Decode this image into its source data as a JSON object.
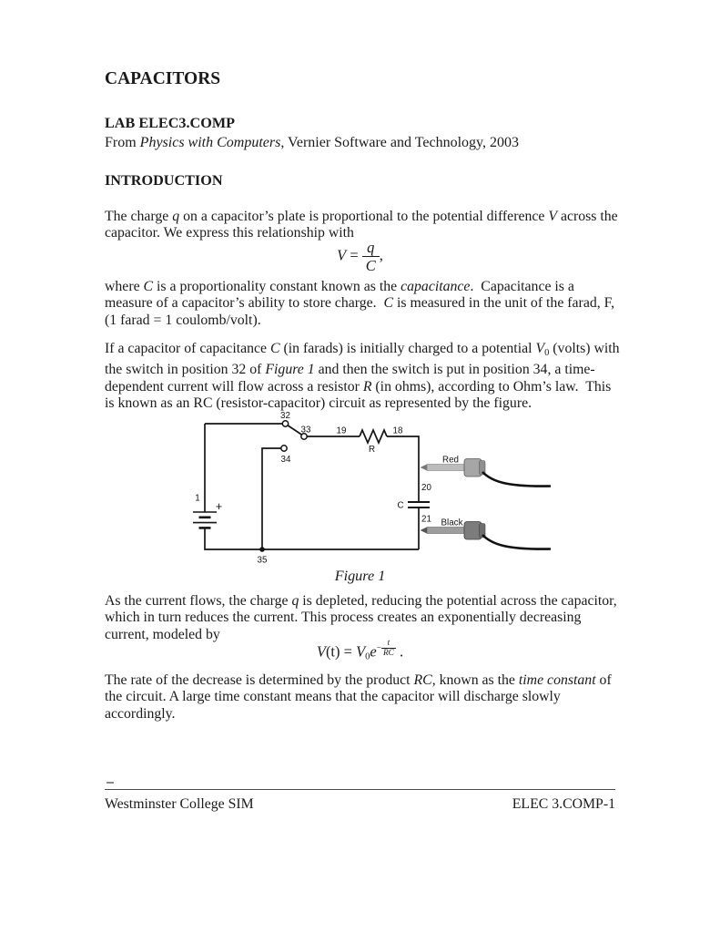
{
  "document": {
    "title": "CAPACITORS",
    "lab_heading": "LAB ELEC3.COMP",
    "source": {
      "prefix": "From ",
      "book": "Physics with Computers",
      "suffix": ", Vernier Software and Technology, 2003"
    },
    "intro_heading": "INTRODUCTION",
    "p1": {
      "l1": {
        "r1": "The charge ",
        "r2": "q",
        "r3": " on a capacitor’s plate is proportional to the potential difference ",
        "r4": "V",
        "r5": " across the"
      },
      "l2": {
        "r1": "capacitor. We express this relationship with"
      }
    },
    "formula1": {
      "v": "V",
      "eq": " = ",
      "num": "q",
      "den": "C",
      "punct": ","
    },
    "p2": {
      "l1": {
        "r1": "where ",
        "r2": "C",
        "r3": " is a proportionality constant known as the ",
        "r4": "capacitance",
        "r5": ".  Capacitance is a"
      },
      "l2": {
        "r1": "measure of a capacitor’s ability to store charge.  ",
        "r2": "C",
        "r3": " is measured in the unit of the farad, F,"
      },
      "l3": {
        "r1": "(1 farad = 1 coulomb/volt)."
      }
    },
    "p3": {
      "l1": {
        "r1": "If a capacitor of capacitance ",
        "r2": "C",
        "r3": " (in farads) is initially charged to a potential ",
        "r4": "V",
        "r5": "0",
        "r6": " (volts) with"
      },
      "l2": {
        "r1": "the switch in position 32 of ",
        "r2": "Figure 1",
        "r3": " and then the switch is put in position 34, a time-"
      },
      "l3": {
        "r1": "dependent current will flow across a resistor ",
        "r2": "R",
        "r3": " (in ohms), according to Ohm’s law.  This"
      },
      "l4": {
        "r1": "is known as an RC (resistor-capacitor) circuit as represented by the figure."
      }
    },
    "figure": {
      "caption": "Figure 1",
      "labels": {
        "pos32": "32",
        "pos33": "33",
        "pos34": "34",
        "pos35": "35",
        "node19": "19",
        "node18": "18",
        "node20": "20",
        "node21": "21",
        "battery": "1",
        "plus": "+",
        "resistor": "R",
        "capacitor": "C",
        "red_probe": "Red",
        "black_probe": "Black"
      }
    },
    "p4": {
      "l1": {
        "r1": "As the current flows, the charge ",
        "r2": "q",
        "r3": " is depleted, reducing the potential across the capacitor,"
      },
      "l2": {
        "r1": "which in turn reduces the current. This process creates an exponentially decreasing"
      },
      "l3": {
        "r1": "current, modeled by"
      }
    },
    "formula2": {
      "v": "V",
      "arg": "(t)",
      "eq": " = ",
      "v0": "V",
      "sub0": "0",
      "e": "e",
      "minus": "−",
      "exp_num": "t",
      "exp_den": "RC",
      "punct": " ."
    },
    "p5": {
      "l1": {
        "r1": "The rate of the decrease is determined by the product ",
        "r2": "RC",
        "r3": ", known as the ",
        "r4": "time constant",
        "r5": " of"
      },
      "l2": {
        "r1": "the circuit. A large time constant means that the capacitor will discharge slowly"
      },
      "l3": {
        "r1": "accordingly."
      }
    },
    "footer": {
      "left": "Westminster College SIM",
      "right": "ELEC 3.COMP-1"
    }
  }
}
